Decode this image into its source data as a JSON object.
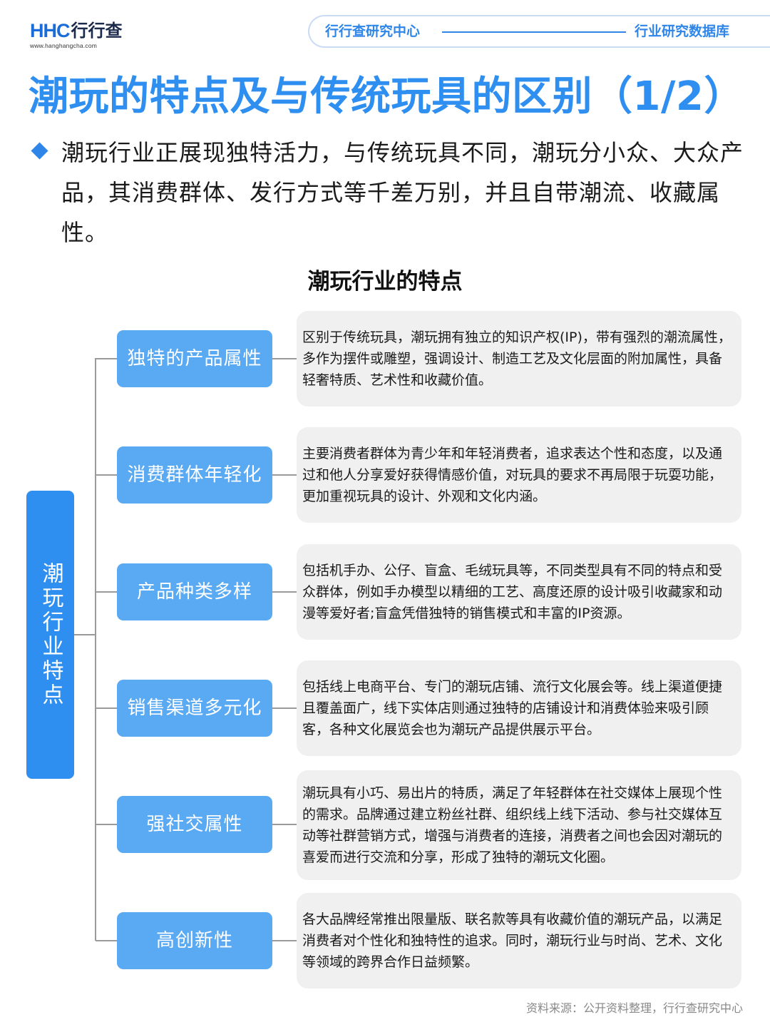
{
  "header": {
    "logo_text": "HHC",
    "logo_cn": "行行查",
    "logo_url": "www.hanghangcha.com",
    "left_label": "行行查研究中心",
    "right_label": "行业研究数据库"
  },
  "title": "潮玩的特点及与传统玩具的区别（1/2）",
  "intro": "潮玩行业正展现独特活力，与传统玩具不同，潮玩分小众、大众产品，其消费群体、发行方式等千差万别，并且自带潮流、收藏属性。",
  "diagram": {
    "title": "潮玩行业的特点",
    "root": "潮玩行业特点",
    "items": [
      {
        "label": "独特的产品属性",
        "desc": "区别于传统玩具，潮玩拥有独立的知识产权(IP)，带有强烈的潮流属性，多作为摆件或雕塑，强调设计、制造工艺及文化层面的附加属性，具备轻奢特质、艺术性和收藏价值。"
      },
      {
        "label": "消费群体年轻化",
        "desc": "主要消费者群体为青少年和年轻消费者，追求表达个性和态度，以及通过和他人分享爱好获得情感价值，对玩具的要求不再局限于玩耍功能，更加重视玩具的设计、外观和文化内涵。"
      },
      {
        "label": "产品种类多样",
        "desc": "包括机手办、公仔、盲盒、毛绒玩具等，不同类型具有不同的特点和受众群体，例如手办模型以精细的工艺、高度还原的设计吸引收藏家和动漫等爱好者;盲盒凭借独特的销售模式和丰富的IP资源。"
      },
      {
        "label": "销售渠道多元化",
        "desc": "包括线上电商平台、专门的潮玩店铺、流行文化展会等。线上渠道便捷且覆盖面广，线下实体店则通过独特的店铺设计和消费体验来吸引顾客，各种文化展览会也为潮玩产品提供展示平台。"
      },
      {
        "label": "强社交属性",
        "desc": "潮玩具有小巧、易出片的特质，满足了年轻群体在社交媒体上展现个性的需求。品牌通过建立粉丝社群、组织线上线下活动、参与社交媒体互动等社群营销方式，增强与消费者的连接，消费者之间也会因对潮玩的喜爱而进行交流和分享，形成了独特的潮玩文化圈。"
      },
      {
        "label": "高创新性",
        "desc": "各大品牌经常推出限量版、联名款等具有收藏价值的潮玩产品，以满足消费者对个性化和独特性的追求。同时，潮玩行业与时尚、艺术、文化等领域的跨界合作日益频繁。"
      }
    ]
  },
  "source": "资料来源：公开资料整理，行行查研究中心",
  "colors": {
    "accent": "#2f8ff0",
    "node": "#5aa9f3",
    "desc_bg": "#f0f0f0"
  }
}
